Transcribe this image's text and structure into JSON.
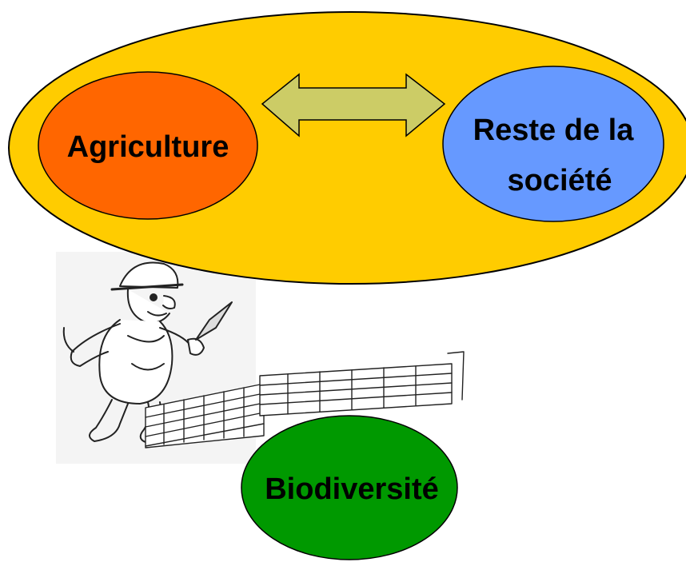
{
  "diagram": {
    "nodes": {
      "agriculture": {
        "label": "Agriculture",
        "color": "#ff6600"
      },
      "society": {
        "line1": "Reste de la",
        "line2": "société",
        "color": "#6699ff"
      },
      "biodiversity": {
        "label": "Biodiversité",
        "color": "#009900"
      }
    },
    "container_color": "#ffcc00",
    "arrow_color": "#cccc66",
    "illustration": "bricklayer-building-wall-icon"
  }
}
